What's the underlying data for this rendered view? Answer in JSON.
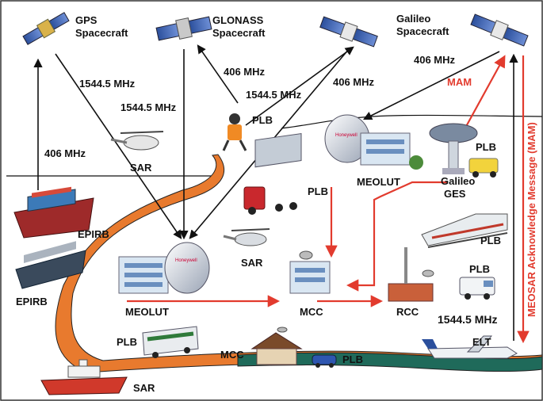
{
  "spacecraft": {
    "gps": [
      "GPS",
      "Spacecraft"
    ],
    "glonass": [
      "GLONASS",
      "Spacecraft"
    ],
    "galileo": [
      "Galileo",
      "Spacecraft"
    ]
  },
  "frequencies": {
    "f406_left": "406 MHz",
    "f1544_left": "1544.5 MHz",
    "f1544_mid": "1544.5 MHz",
    "f406_glonass": "406 MHz",
    "f1544_glonass": "1544.5 MHz",
    "f406_galileo": "406 MHz",
    "f406_right": "406 MHz",
    "f1544_bottom": "1544.5 MHz"
  },
  "labels": {
    "mam": "MAM",
    "meosar_ack": "MEOSAR Acknowledge Message (MAM)",
    "plb_climber": "PLB",
    "sar_top": "SAR",
    "meolut_right": "MEOLUT",
    "plb_truck": "PLB",
    "plb_van": "PLB",
    "galileo_ges": [
      "Galileo",
      "GES"
    ],
    "epirb_top": "EPIRB",
    "epirb_bottom": "EPIRB",
    "meolut_left": "MEOLUT",
    "sar_mid": "SAR",
    "mcc_center": "MCC",
    "rcc": "RCC",
    "plb_train": "PLB",
    "plb_smallvan": "PLB",
    "elt": "ELT",
    "plb_bus": "PLB",
    "mcc_house": "MCC",
    "plb_car": "PLB",
    "sar_ship": "SAR",
    "honeywell": "Honeywell"
  },
  "colors": {
    "signal": "#111111",
    "mam_red": "#e23b2e",
    "ground_orange": "#e87a2e",
    "ground_green": "#2f7a3a",
    "ground_teal": "#1f5a56"
  }
}
